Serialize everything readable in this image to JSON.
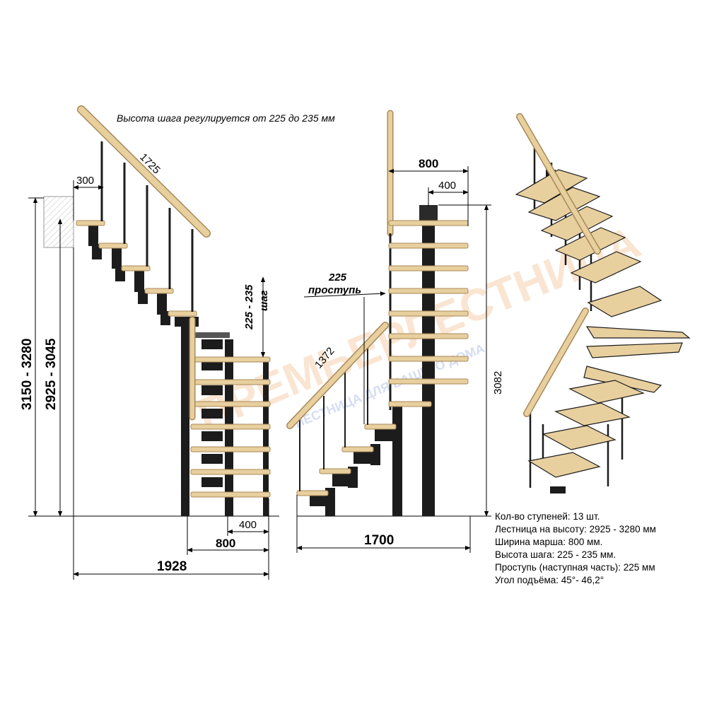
{
  "note_top": "Высота шага регулируется от 225 до 235 мм",
  "dims": {
    "rail_length_left": "1725",
    "top_offset": "300",
    "total_height": "3150 - 3280",
    "floor_height": "2925 - 3045",
    "step_height_value": "225 - 235",
    "step_height_label": "шаг",
    "bottom_400_left": "400",
    "bottom_800_left": "800",
    "total_1928": "1928",
    "top_800_mid": "800",
    "top_400_mid": "400",
    "tread_225": "225",
    "tread_label": "проступь",
    "rail_length_mid": "1372",
    "height_3082": "3082",
    "total_1700": "1700"
  },
  "watermark": {
    "brand": "ПРЕМЬЕРЛЕСТНИЦА",
    "slogan": "ЛЕСТНИЦА ДЛЯ ВАШЕГО ДОМА"
  },
  "specs": [
    "Кол-во ступеней: 13 шт.",
    "Лестница на высоту: 2925 - 3280 мм",
    "Ширина марша: 800 мм.",
    "Высота шага: 225 - 235 мм.",
    "Проступь (наступная часть): 225 мм",
    "Угол подъёма: 45°- 46,2°"
  ],
  "colors": {
    "wood": "#e8cf9e",
    "wood_edge": "#a8895a",
    "metal": "#1c1c1c",
    "watermark_orange": "#f0b27a",
    "watermark_blue": "#b9c7e8"
  }
}
